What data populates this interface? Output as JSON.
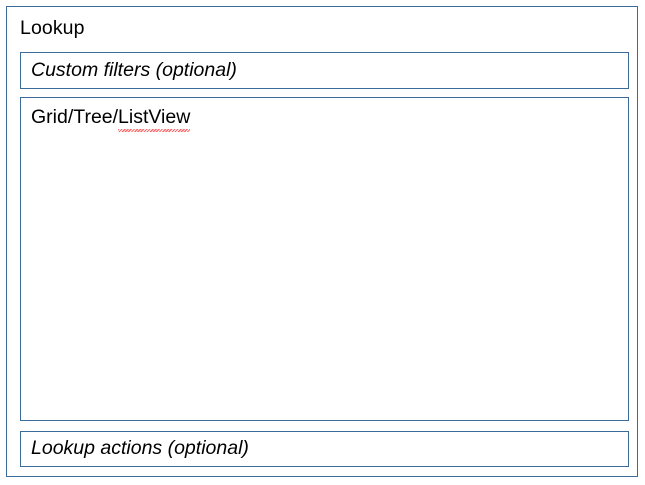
{
  "panel": {
    "title": "Lookup",
    "border_color": "#3a6b9b",
    "background_color": "#ffffff"
  },
  "regions": {
    "filters": {
      "label": "Custom filters (optional)",
      "style": "italic"
    },
    "grid": {
      "label_prefix": "Grid/Tree/",
      "label_misspelled": "ListView",
      "label_full": "Grid/Tree/ListView",
      "style": "regular",
      "spellcheck_underline_color": "#fc6b6b"
    },
    "actions": {
      "label": "Lookup actions (optional)",
      "style": "italic"
    }
  }
}
